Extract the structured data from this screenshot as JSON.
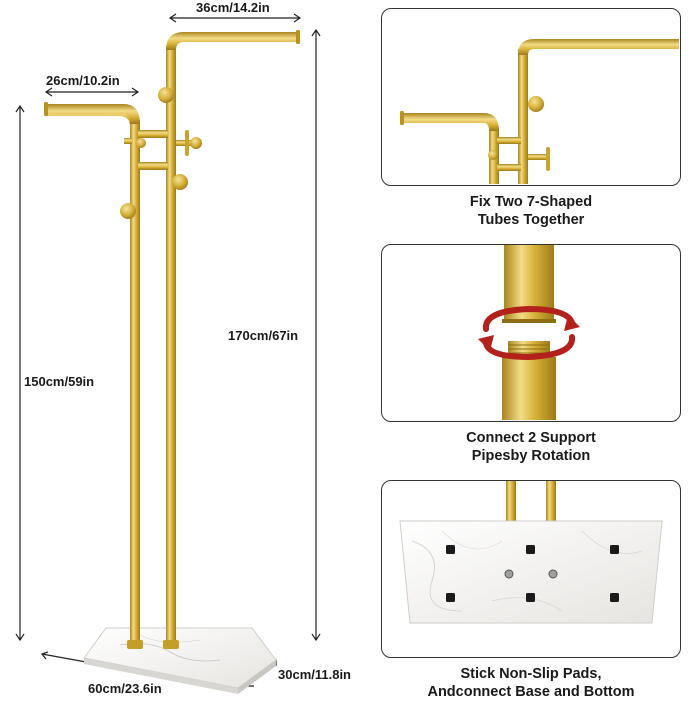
{
  "dimensions": {
    "top_width": "36cm/14.2in",
    "arm_width": "26cm/10.2in",
    "tall_height": "170cm/67in",
    "short_height": "150cm/59in",
    "base_length": "60cm/23.6in",
    "base_depth": "30cm/11.8in"
  },
  "steps": [
    {
      "caption_line1": "Fix Two 7-Shaped",
      "caption_line2": "Tubes Together"
    },
    {
      "caption_line1": "Connect 2 Support",
      "caption_line2": "Pipesby Rotation"
    },
    {
      "caption_line1": "Stick Non-Slip Pads,",
      "caption_line2": "Andconnect Base and Bottom"
    }
  ],
  "colors": {
    "gold": "#d9b33a",
    "gold_light": "#f3dc86",
    "gold_dark": "#a9851e",
    "marble": "#f2f1ef",
    "rotation_arrow": "#b3211d",
    "pad": "#1a1a1a"
  }
}
